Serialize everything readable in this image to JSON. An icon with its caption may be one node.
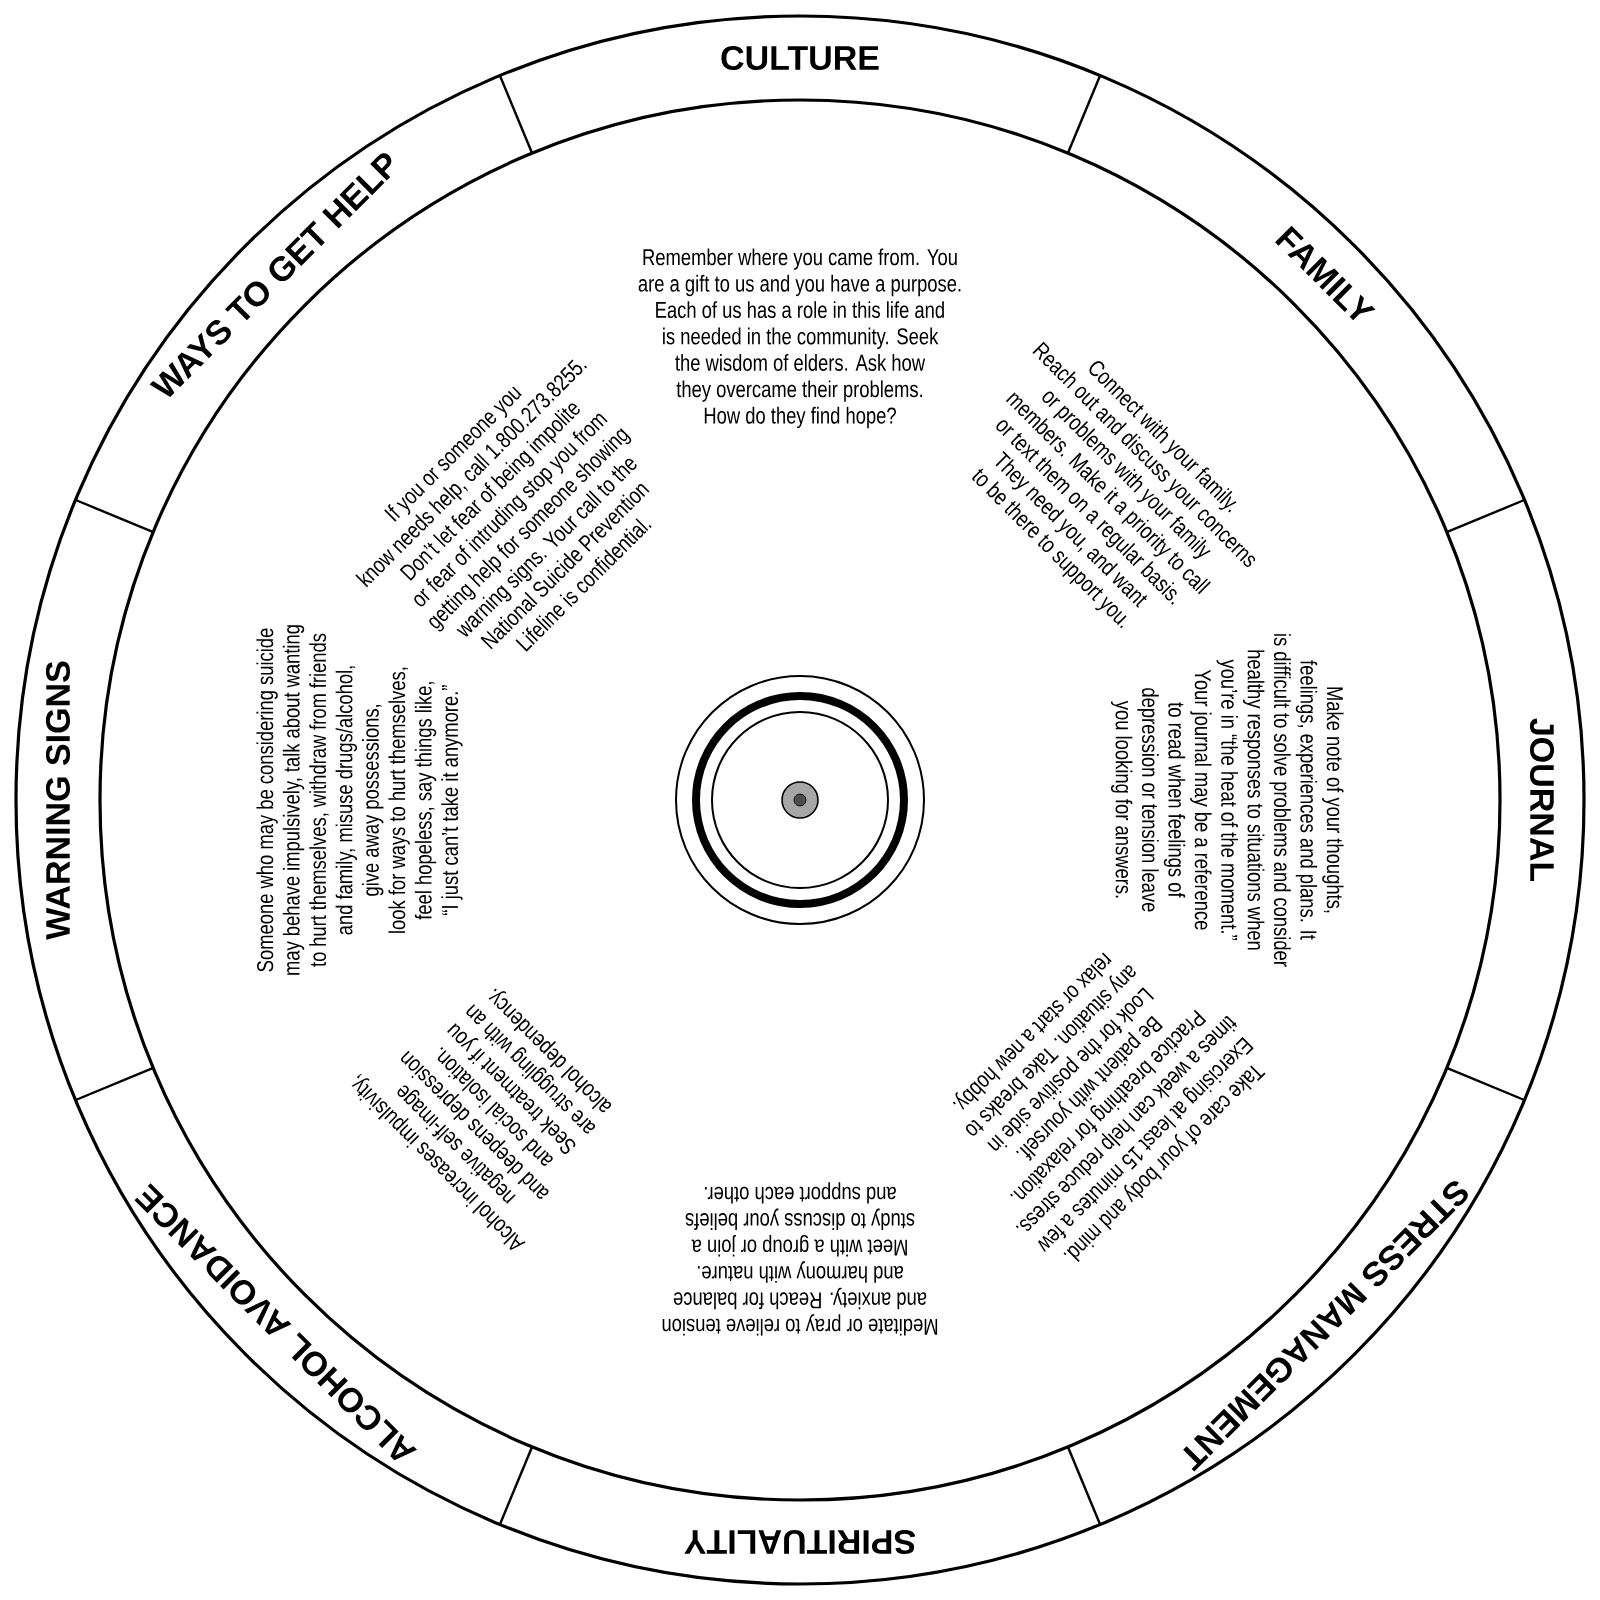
{
  "diagram": {
    "labels": [
      "CULTURE",
      "Remember where you came from. You are a gift to us and you have a purpose. Each of us has a role in this life and is needed in the community. Seek the wisdom of elders. Ask how they overcame their problems. How do they find hope?",
      "FAMILY",
      "Connect with your family. Reach out and discuss your concerns or problems with your family members. Make it a priority to call or text them on a regular basis. They need you, and want to be there to support you.",
      "JOURNAL",
      "Make note of your thoughts, feelings, experiences and plans. It is difficult to solve problems and consider healthy responses to situations when you’re in “the heat of the moment.” Your journal may be a reference to read when feelings of depression or tension leave you looking for answers.",
      "STRESS MANAGEMENT",
      "Take care of your body and mind. Exercising at least 15 minutes a few times a week can help reduce stress. Practice breathing for relaxation. Be patient with yourself. Look for the positive side in any situation. Take breaks to relax or start a new hobby.",
      "SPIRITUALITY",
      "Meditate or pray to relieve tension and anxiety. Reach for balance and harmony with nature. Meet with a group or join a study to discuss your beliefs and support each other.",
      "ALCOHOL AVOIDANCE",
      "Alcohol increases impulsivity, negative self-image and deepens depression and social isolation. Seek treatment if you are struggling with an alcohol dependency.",
      "WARNING SIGNS",
      "Someone who may be considering suicide may behave impulsively, talk about wanting to hurt themselves, withdraw from friends and family, misuse drugs/alcohol, give away possessions, look for ways to hurt themselves, feel hopeless, say things like, “I just can’t take it anymore.”",
      "WAYS TO GET HELP",
      "If you or someone you know needs help, call 1.800.273.8255. Don’t let fear of being impolite or fear of intruding stop you from getting help for someone showing warning signs. Your call to the National Suicide Prevention Lifeline is confidential."
    ]
  }
}
